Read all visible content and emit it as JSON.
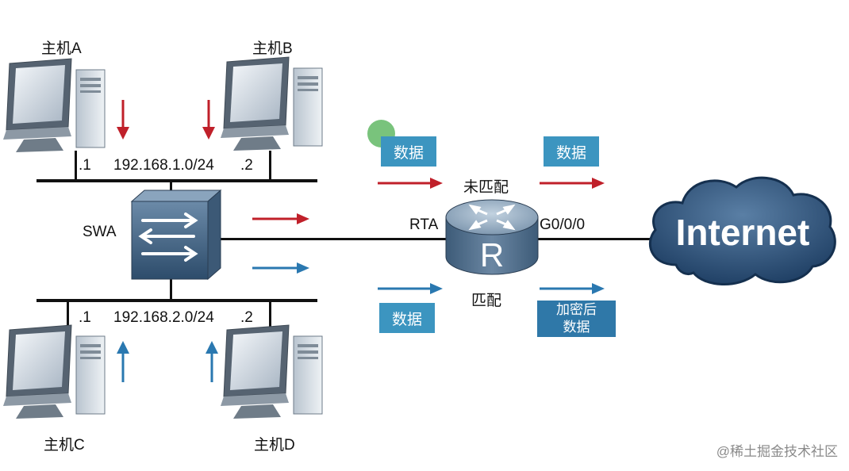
{
  "hosts": {
    "a": {
      "label": "主机A",
      "ip_suffix": ".1"
    },
    "b": {
      "label": "主机B",
      "ip_suffix": ".2"
    },
    "c": {
      "label": "主机C",
      "ip_suffix": ".1"
    },
    "d": {
      "label": "主机D",
      "ip_suffix": ".2"
    }
  },
  "networks": {
    "top": "192.168.1.0/24",
    "bottom": "192.168.2.0/24"
  },
  "switch": {
    "label": "SWA",
    "icon": "switch-icon"
  },
  "router": {
    "label": "RTA",
    "interface": "G0/0/0",
    "icon": "router-icon",
    "glyph": "R"
  },
  "flows": {
    "unmatched": {
      "label": "未匹配",
      "in_data": "数据",
      "out_data": "数据",
      "color": "#c0202a"
    },
    "matched": {
      "label": "匹配",
      "in_data": "数据",
      "out_line1": "加密后",
      "out_line2": "数据",
      "color": "#2a78b0"
    }
  },
  "internet": {
    "label": "Internet",
    "icon": "cloud-icon"
  },
  "watermark": "@稀土掘金技术社区",
  "colors": {
    "red_arrow": "#c0202a",
    "blue_arrow": "#2a78b0",
    "label_box": "#3c95c0"
  }
}
